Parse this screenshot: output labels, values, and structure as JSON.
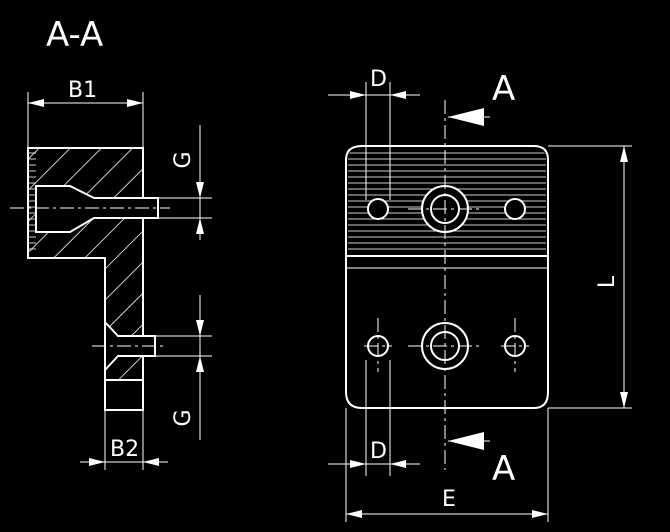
{
  "labels": {
    "section_title": "A-A",
    "b1": "B1",
    "b2": "B2",
    "g_top": "G",
    "g_bottom": "G",
    "d_top": "D",
    "d_bottom": "D",
    "a_top": "A",
    "a_bottom": "A",
    "l": "L",
    "e": "E"
  },
  "colors": {
    "background": "#000000",
    "ink": "#ffffff"
  }
}
